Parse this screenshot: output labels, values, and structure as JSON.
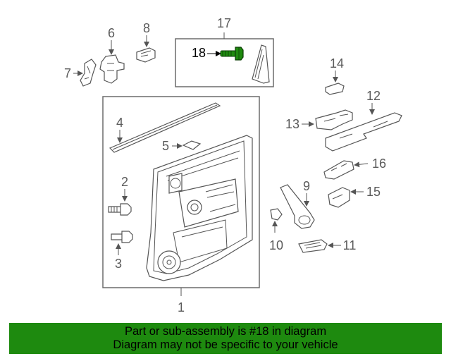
{
  "diagram": {
    "callouts": {
      "c1": "1",
      "c2": "2",
      "c3": "3",
      "c4": "4",
      "c5": "5",
      "c6": "6",
      "c7": "7",
      "c8": "8",
      "c9": "9",
      "c10": "10",
      "c11": "11",
      "c12": "12",
      "c13": "13",
      "c14": "14",
      "c15": "15",
      "c16": "16",
      "c17": "17",
      "c18": "18"
    },
    "highlight_part": "18",
    "highlight_color": "#1e8a0f"
  },
  "banner": {
    "line1": "Part or sub-assembly is #18 in diagram",
    "line2": "Diagram may not be specific to your vehicle",
    "background": "#1e8a0f"
  }
}
